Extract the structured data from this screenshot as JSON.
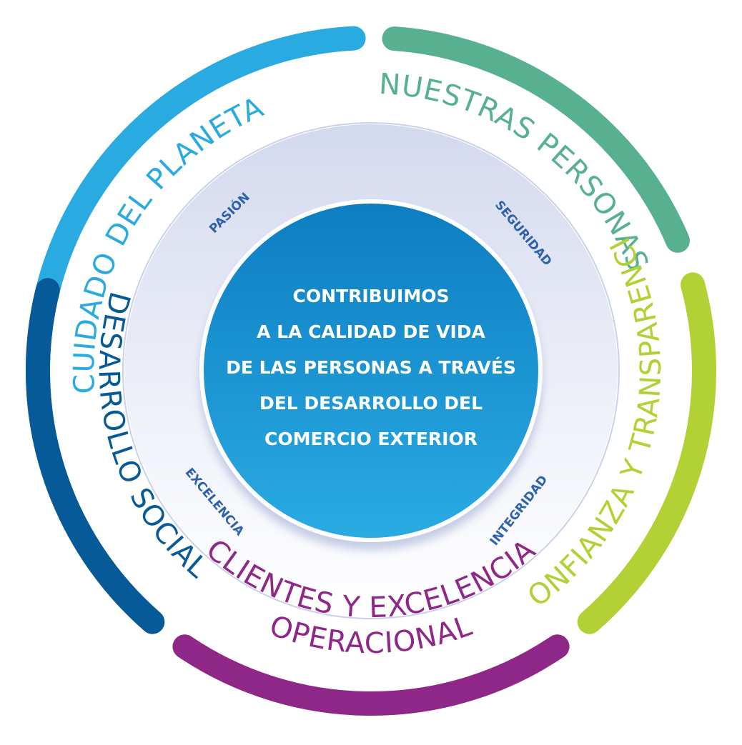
{
  "center_statement": {
    "lines": [
      "CONTRIBUIMOS",
      "A LA CALIDAD DE VIDA",
      "DE LAS PERSONAS A TRAVÉS",
      "DEL DESARROLLO DEL",
      "COMERCIO EXTERIOR"
    ]
  },
  "values": [
    {
      "label": "PASIÓN"
    },
    {
      "label": "SEGURIDAD"
    },
    {
      "label": "INTEGRIDAD"
    },
    {
      "label": "EXCELENCIA"
    }
  ],
  "pillars": [
    {
      "label": "CUIDADO DEL PLANETA",
      "color": "#29abe2"
    },
    {
      "label": "NUESTRAS PERSONAS",
      "color": "#57b08f"
    },
    {
      "label": "CONFIANZA Y TRANSPARENCIA",
      "color": "#b1d135"
    },
    {
      "label": "CLIENTES Y EXCELENCIA",
      "label_line2": "OPERACIONAL",
      "color": "#8f2788"
    },
    {
      "label": "DESARROLLO SOCIAL",
      "color": "#065a98"
    }
  ],
  "colors": {
    "value_text": "#2e62ad",
    "center_top": "#0e7dc2",
    "center_bottom": "#29abe2",
    "ring_fill": "#d5dbee",
    "ring_fill_light": "#ffffff"
  }
}
